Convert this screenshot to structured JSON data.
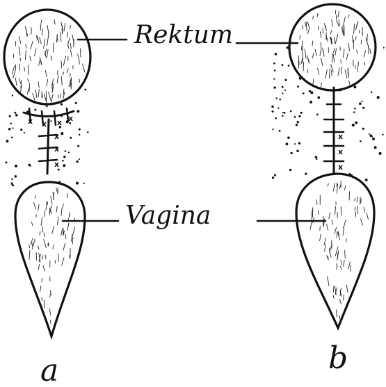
{
  "labels": {
    "rectum": "Rektum",
    "vagina": "Vagina",
    "panel_a": "a",
    "panel_b": "b"
  },
  "colors": {
    "ink": "#111111",
    "background": "#ffffff"
  }
}
